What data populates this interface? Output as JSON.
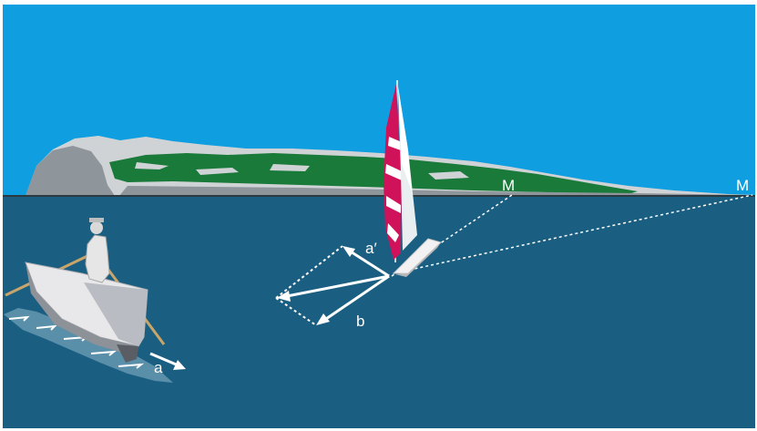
{
  "colors": {
    "sky": "#0f9fe0",
    "sea": "#1a5f82",
    "land_green": "#1a7a3a",
    "land_gray": "#9aa0a6",
    "land_light": "#cfd3d6",
    "label": "#ffffff",
    "sail_red": "#d0125a"
  },
  "labels": {
    "mark_near": "M",
    "mark_far": "M",
    "vector_a_prime": "a′",
    "vector_b": "b",
    "vector_a": "a"
  },
  "icons": {
    "rowboat": "rowboat-with-rower-icon",
    "sailboat": "sailboat-icon"
  }
}
